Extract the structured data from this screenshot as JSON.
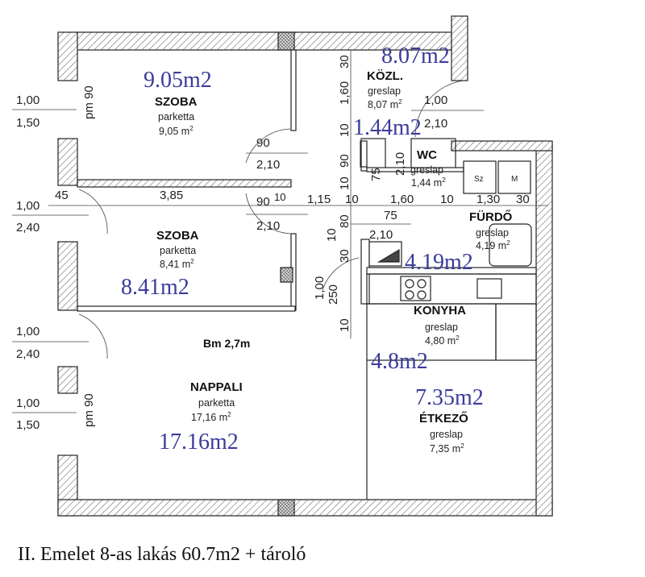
{
  "caption": "II. Emelet 8-as lakás 60.7m2 + tároló",
  "height_label": "Bm 2,7m",
  "rooms": {
    "szoba1": {
      "name": "SZOBA",
      "floor": "parketta",
      "area": "9,05 m",
      "handwritten": "9.05m2"
    },
    "szoba2": {
      "name": "SZOBA",
      "floor": "parketta",
      "area": "8,41 m",
      "handwritten": "8.41m2"
    },
    "nappali": {
      "name": "NAPPALI",
      "floor": "parketta",
      "area": "17,16 m",
      "handwritten": "17.16m2"
    },
    "kozl": {
      "name": "KÖZL.",
      "floor": "greslap",
      "area": "8,07 m",
      "handwritten": "8.07m2"
    },
    "wc": {
      "name": "WC",
      "floor": "greslap",
      "area": "1,44 m",
      "handwritten": "1.44m2"
    },
    "furdo": {
      "name": "FÜRDŐ",
      "floor": "greslap",
      "area": "4,19 m",
      "handwritten": "4.19m2"
    },
    "konyha": {
      "name": "KONYHA",
      "floor": "greslap",
      "area": "4,80 m",
      "handwritten": "4.8m2"
    },
    "etkezo": {
      "name": "ÉTKEZŐ",
      "floor": "greslap",
      "area": "7,35 m",
      "handwritten": "7.35m2"
    }
  },
  "sq": "2",
  "appliances": {
    "sz": "Sz",
    "m": "M"
  },
  "windows": [
    {
      "w": "1,00",
      "h": "1,50",
      "pm": "pm 90"
    },
    {
      "w": "1,00",
      "h": "2,40"
    },
    {
      "w": "1,00",
      "h": "2,40"
    },
    {
      "w": "1,00",
      "h": "1,50",
      "pm": "pm 90"
    }
  ],
  "doors": [
    {
      "w": "90",
      "h": "2,10"
    },
    {
      "w": "90",
      "h": "2,10"
    },
    {
      "w": "1,00",
      "h": "2,10"
    },
    {
      "w": "75",
      "h": "2,10"
    },
    {
      "w": "75",
      "h": "2,10"
    }
  ],
  "horizontal_dims": [
    "45",
    "3,85",
    "10",
    "1,15",
    "10",
    "1,60",
    "10",
    "1,30",
    "30"
  ],
  "vertical_dims": [
    "30",
    "1,60",
    "10",
    "90",
    "10",
    "80",
    "10",
    "30",
    "1,00",
    "250",
    "10"
  ]
}
